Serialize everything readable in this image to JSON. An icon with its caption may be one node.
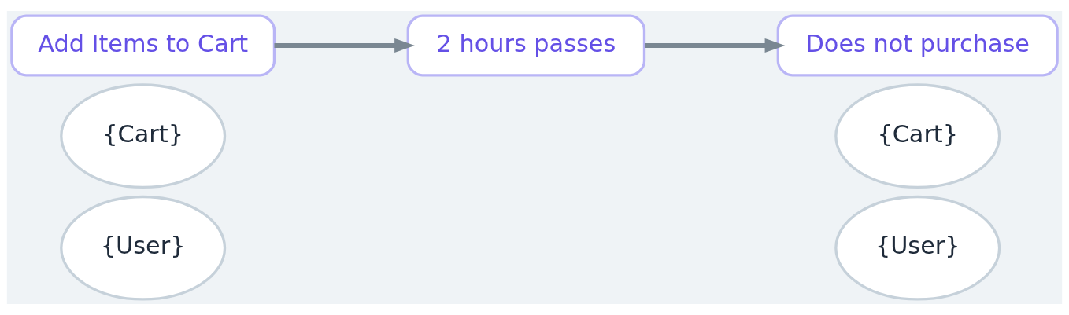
{
  "diagram": {
    "nodes": [
      {
        "text": [
          "Add Items to Cart"
        ]
      },
      {
        "text": [
          "2 hours passes"
        ]
      },
      {
        "text": [
          "Does not purchase"
        ]
      },
      {
        "text": [
          "{Cart}"
        ]
      },
      {
        "text": [
          "{Cart}"
        ]
      },
      {
        "text": [
          "{User}"
        ]
      },
      {
        "text": [
          "{User}"
        ]
      }
    ],
    "edges": [
      {
        "from": 0,
        "to": 1,
        "arrow": "to"
      },
      {
        "from": 1,
        "to": 2,
        "arrow": "to"
      }
    ]
  }
}
